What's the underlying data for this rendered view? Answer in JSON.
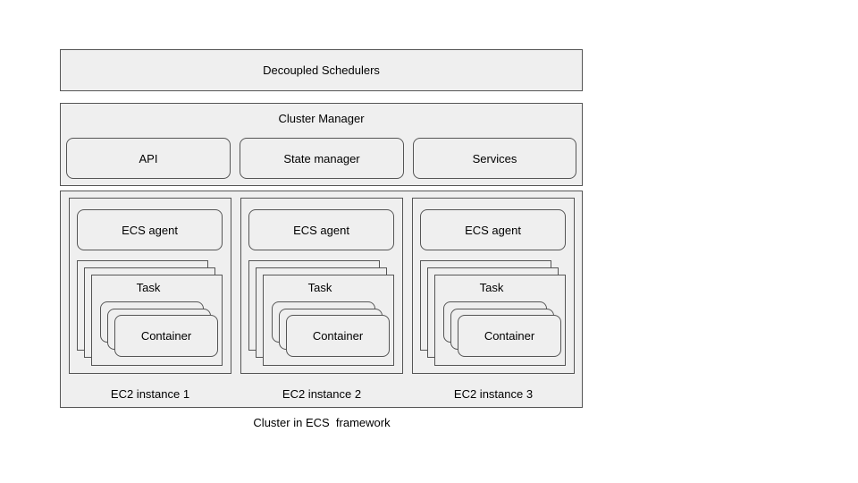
{
  "schedulers": {
    "label": "Decoupled Schedulers"
  },
  "cluster_manager": {
    "title": "Cluster Manager",
    "components": [
      {
        "label": "API"
      },
      {
        "label": "State manager"
      },
      {
        "label": "Services"
      }
    ]
  },
  "instances": [
    {
      "agent": "ECS agent",
      "task": "Task",
      "container": "Container",
      "name": "EC2 instance 1"
    },
    {
      "agent": "ECS agent",
      "task": "Task",
      "container": "Container",
      "name": "EC2 instance 2"
    },
    {
      "agent": "ECS agent",
      "task": "Task",
      "container": "Container",
      "name": "EC2 instance 3"
    }
  ],
  "caption": "Cluster in ECS  framework"
}
